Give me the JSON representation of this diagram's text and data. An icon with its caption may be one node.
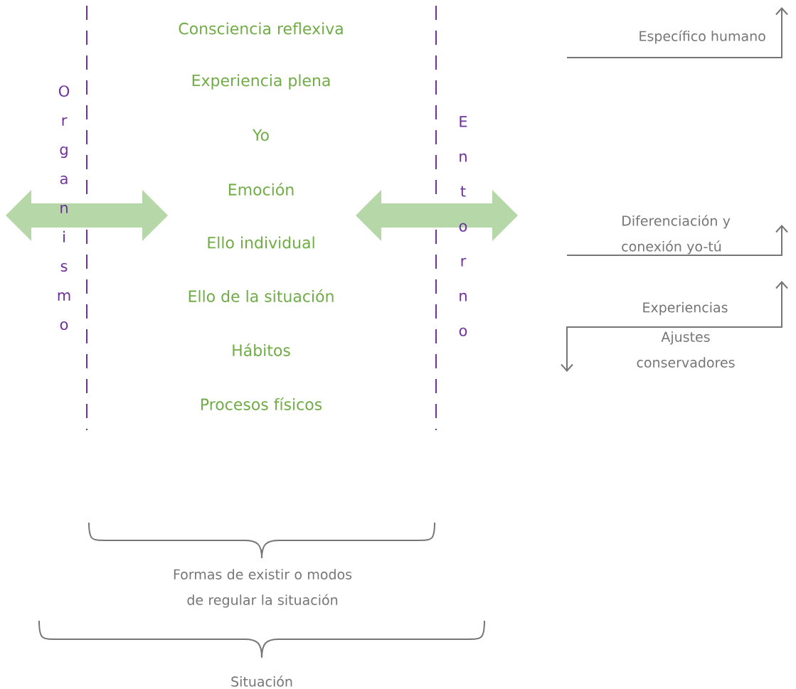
{
  "diagram": {
    "labels": [
      "Consciencia reflexiva",
      "Experiencia plena",
      "Yo",
      "Emoción",
      "Ello individual",
      "Ello de la situación",
      "Hábitos",
      "Procesos físicos",
      "Organismo",
      "Entorno",
      "Específico humano",
      "Diferenciación y conexión yo-tú",
      "Experiencias",
      "Ajustes conservadores",
      "Formas de existir o modos de regular la situación",
      "Situación"
    ]
  }
}
